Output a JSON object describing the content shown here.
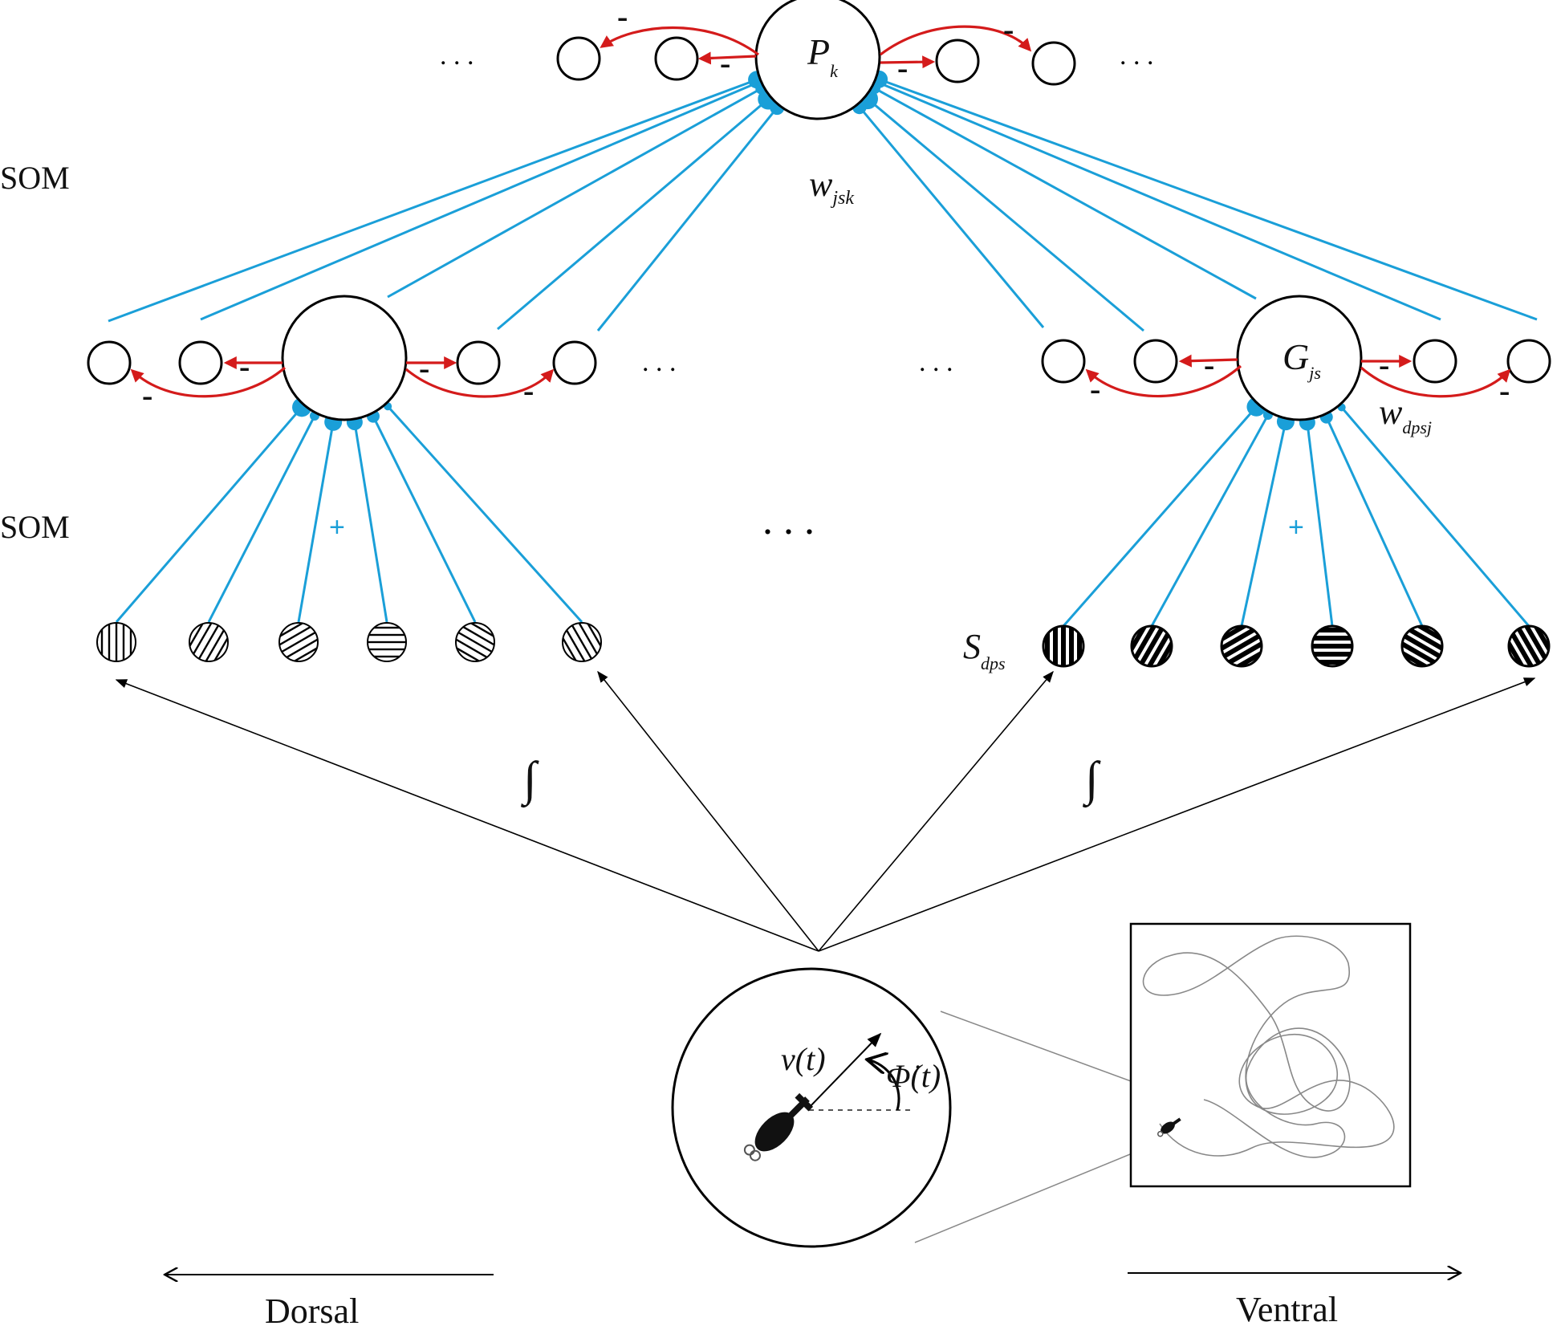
{
  "labels": {
    "som_top": "SOM",
    "som_bottom": "SOM",
    "p_k_main": "P",
    "p_k_sub": "k",
    "g_js_main": "G",
    "g_js_sub": "js",
    "w_jsk_main": "w",
    "w_jsk_sub": "jsk",
    "w_dpsj_main": "w",
    "w_dpsj_sub": "dpsj",
    "s_dps_main": "S",
    "s_dps_sub": "dps",
    "integral_left": "∫",
    "integral_right": "∫",
    "velocity": "v(t)",
    "angular_velocity": "Φ̇(t)",
    "dorsal": "Dorsal",
    "ventral": "Ventral",
    "plus": "+",
    "minus": "-",
    "ellipsis": ". . ."
  },
  "colors": {
    "excitatory": "#1a9fd8",
    "inhibitory": "#d41b1b",
    "outline": "#000000"
  },
  "stimuli": {
    "dorsal_orientations_deg": [
      0,
      30,
      60,
      90,
      120,
      150
    ],
    "ventral_orientations_deg": [
      0,
      30,
      60,
      90,
      120,
      150
    ]
  }
}
